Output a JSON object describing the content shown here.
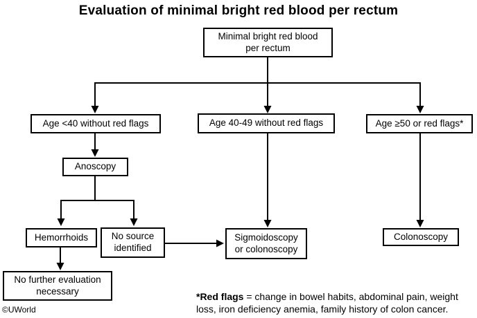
{
  "title": "Evaluation of minimal bright red blood per rectum",
  "nodes": {
    "root": {
      "label": "Minimal bright red blood\nper rectum"
    },
    "age_lt40": {
      "label": "Age <40 without red flags"
    },
    "age_40_49": {
      "label": "Age 40-49 without red flags"
    },
    "age_ge50": {
      "label": "Age ≥50 or red flags*"
    },
    "anoscopy": {
      "label": "Anoscopy"
    },
    "hemorrhoids": {
      "label": "Hemorrhoids"
    },
    "no_source": {
      "label": "No source\nidentified"
    },
    "no_further": {
      "label": "No further evaluation\nnecessary"
    },
    "sigmoid": {
      "label": "Sigmoidoscopy\nor colonoscopy"
    },
    "colonoscopy": {
      "label": "Colonoscopy"
    }
  },
  "footnote": {
    "lead": "*Red flags",
    "text": " = change in bowel habits, abdominal pain, weight\nloss, iron deficiency anemia, family history of colon cancer."
  },
  "copyright": "©UWorld",
  "colors": {
    "background": "#ffffff",
    "box_fill": "#ffffff",
    "box_border": "#000000",
    "line": "#000000",
    "text": "#000000"
  }
}
